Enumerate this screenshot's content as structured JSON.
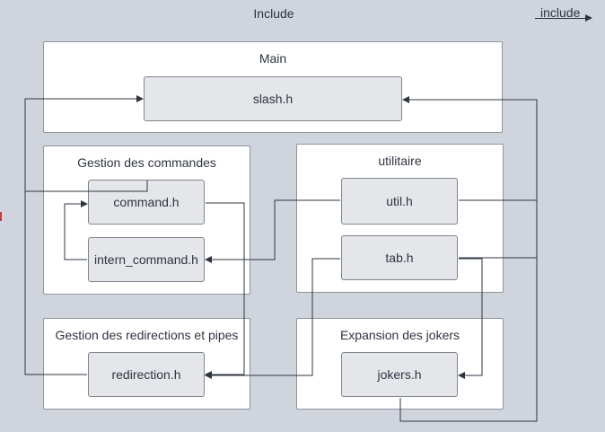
{
  "diagram": {
    "title": "Include",
    "legend": {
      "label": "include"
    },
    "groups": {
      "main": {
        "title": "Main"
      },
      "commands": {
        "title": "Gestion des commandes"
      },
      "utils": {
        "title": "utilitaire"
      },
      "redirections": {
        "title": "Gestion des redirections et pipes"
      },
      "jokers": {
        "title": "Expansion des jokers"
      }
    },
    "files": {
      "slash": "slash.h",
      "command": "command.h",
      "intern_command": "intern_command.h",
      "util": "util.h",
      "tab": "tab.h",
      "redirection": "redirection.h",
      "jokers": "jokers.h"
    }
  },
  "colors": {
    "background": "#d0d5dd",
    "group_fill": "#ffffff",
    "file_fill": "#e4e6ea",
    "line": "#2f3440"
  }
}
